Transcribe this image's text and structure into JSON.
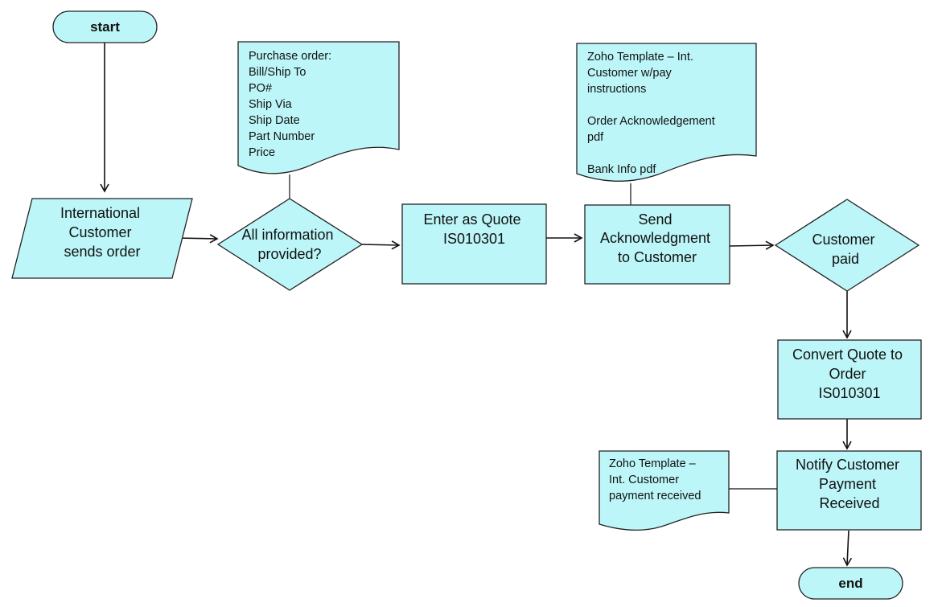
{
  "nodes": {
    "start": {
      "label": "start"
    },
    "intl_customer": {
      "lines": [
        "International",
        "Customer",
        "sends order"
      ]
    },
    "po_doc": {
      "lines": [
        "Purchase order:",
        "Bill/Ship To",
        "PO#",
        "Ship Via",
        "Ship Date",
        "Part Number",
        "Price"
      ]
    },
    "all_info": {
      "lines": [
        "All information",
        "provided?"
      ]
    },
    "enter_quote": {
      "lines": [
        "Enter as Quote",
        "IS010301"
      ]
    },
    "zoho_doc1": {
      "lines": [
        "Zoho Template – Int.",
        "Customer w/pay",
        "instructions",
        "",
        "Order Acknowledgement",
        "pdf",
        "",
        "Bank Info pdf"
      ]
    },
    "send_ack": {
      "lines": [
        "Send",
        "Acknowledgment",
        "to Customer"
      ]
    },
    "customer_paid": {
      "lines": [
        "Customer",
        "paid"
      ]
    },
    "convert_quote": {
      "lines": [
        "Convert Quote to",
        "Order",
        "IS010301"
      ]
    },
    "zoho_doc2": {
      "lines": [
        "Zoho Template –",
        "Int. Customer",
        "payment received"
      ]
    },
    "notify": {
      "lines": [
        "Notify Customer",
        "Payment",
        "Received"
      ]
    },
    "end": {
      "label": "end"
    }
  },
  "colors": {
    "fill": "#bdf6f8",
    "stroke": "#222222",
    "arrow": "#111111"
  }
}
